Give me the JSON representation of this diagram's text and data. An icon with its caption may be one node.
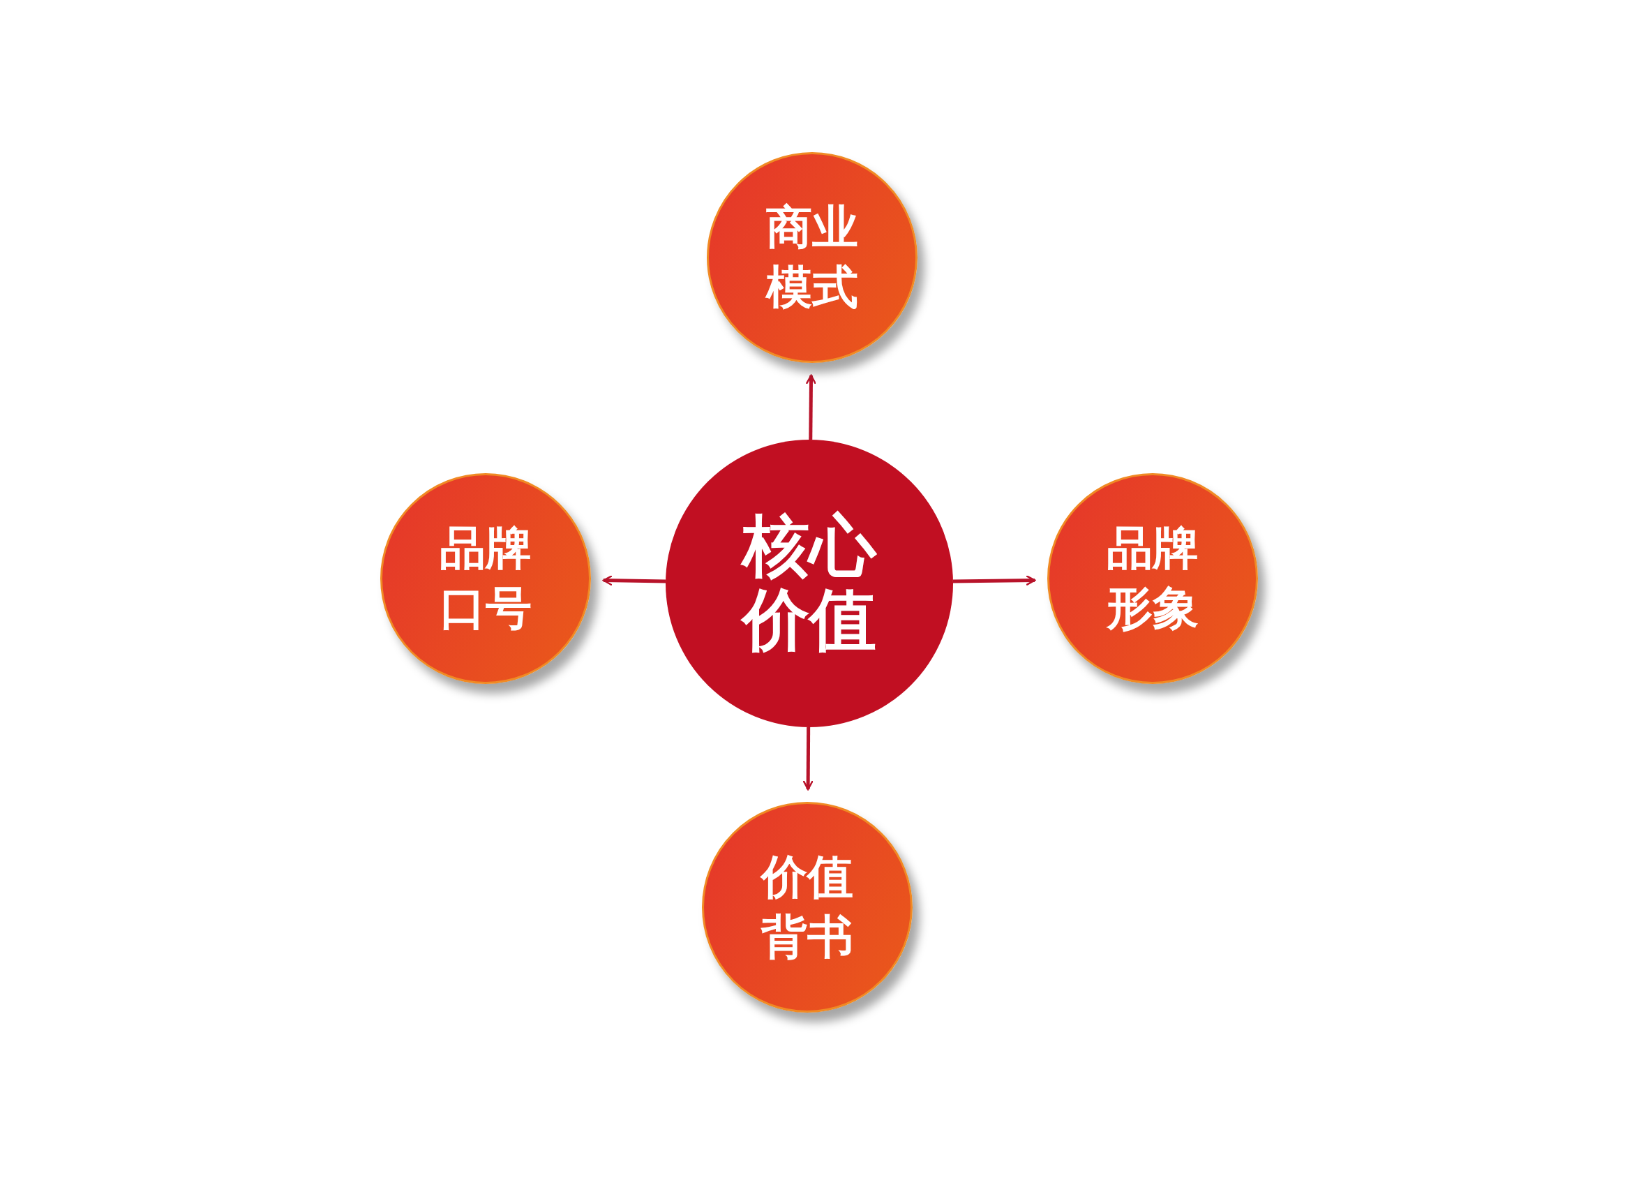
{
  "diagram": {
    "nodes": [
      {
        "text": [
          "核心价值"
        ]
      },
      {
        "text": [
          "商业模式"
        ]
      },
      {
        "text": [
          "品牌口号"
        ]
      },
      {
        "text": [
          "品牌形象"
        ]
      },
      {
        "text": [
          "价值背书"
        ]
      }
    ],
    "edges": [
      {
        "from": 0,
        "to": 1,
        "arrow": "to"
      },
      {
        "from": 0,
        "to": 2,
        "arrow": "to"
      },
      {
        "from": 0,
        "to": 3,
        "arrow": "to"
      },
      {
        "from": 0,
        "to": 4,
        "arrow": "to"
      }
    ]
  }
}
